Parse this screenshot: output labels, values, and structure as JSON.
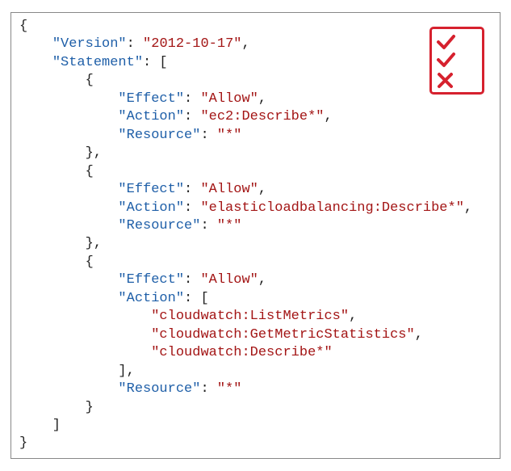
{
  "policy": {
    "version_key": "\"Version\"",
    "version_value": "\"2012-10-17\"",
    "statement_key": "\"Statement\"",
    "effect_key": "\"Effect\"",
    "action_key": "\"Action\"",
    "resource_key": "\"Resource\"",
    "statements": [
      {
        "effect": "\"Allow\"",
        "action": "\"ec2:Describe*\"",
        "resource": "\"*\""
      },
      {
        "effect": "\"Allow\"",
        "action": "\"elasticloadbalancing:Describe*\"",
        "resource": "\"*\""
      },
      {
        "effect": "\"Allow\"",
        "actions": [
          "\"cloudwatch:ListMetrics\"",
          "\"cloudwatch:GetMetricStatistics\"",
          "\"cloudwatch:Describe*\""
        ],
        "resource": "\"*\""
      }
    ]
  },
  "icon": {
    "name": "checklist-icon",
    "color": "#d6212e"
  }
}
